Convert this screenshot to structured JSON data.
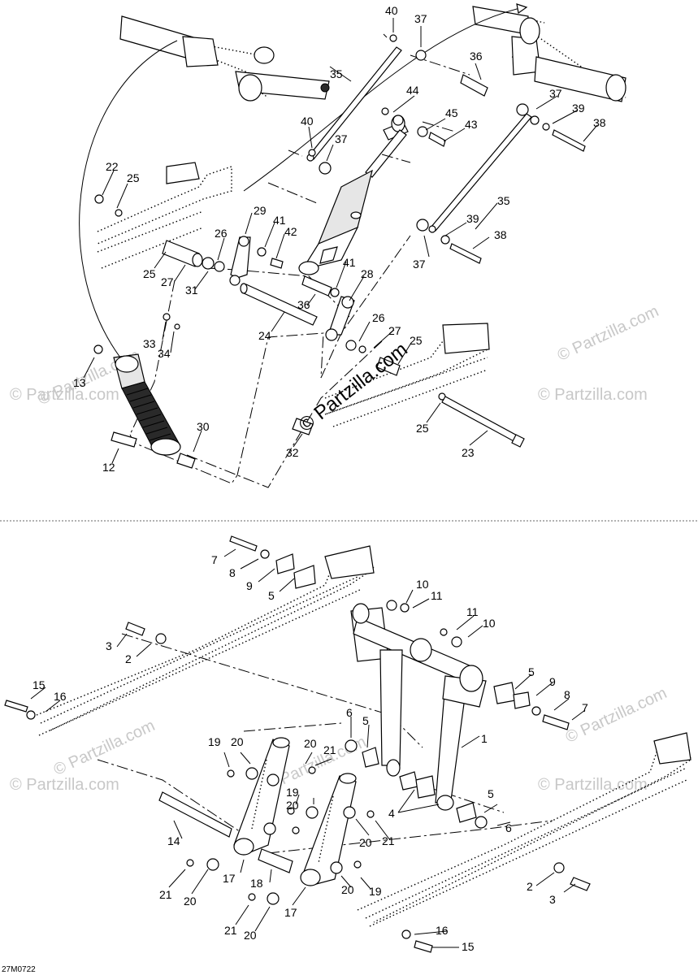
{
  "watermark": "© Partzilla.com",
  "reference_code": "27M0722",
  "callouts": {
    "c1": "1",
    "c2": "2",
    "c3": "3",
    "c4": "4",
    "c5": "5",
    "c6": "6",
    "c7": "7",
    "c8": "8",
    "c9": "9",
    "c10": "10",
    "c11": "11",
    "c12": "12",
    "c13": "13",
    "c14": "14",
    "c15": "15",
    "c16": "16",
    "c17": "17",
    "c18": "18",
    "c19": "19",
    "c20": "20",
    "c21": "21",
    "c22": "22",
    "c23": "23",
    "c24": "24",
    "c25": "25",
    "c26": "26",
    "c27": "27",
    "c28": "28",
    "c29": "29",
    "c30": "30",
    "c31": "31",
    "c32": "32",
    "c33": "33",
    "c34": "34",
    "c35": "35",
    "c36": "36",
    "c37": "37",
    "c38": "38",
    "c39": "39",
    "c40": "40",
    "c41": "41",
    "c42": "42",
    "c43": "43",
    "c44": "44",
    "c45": "45"
  }
}
